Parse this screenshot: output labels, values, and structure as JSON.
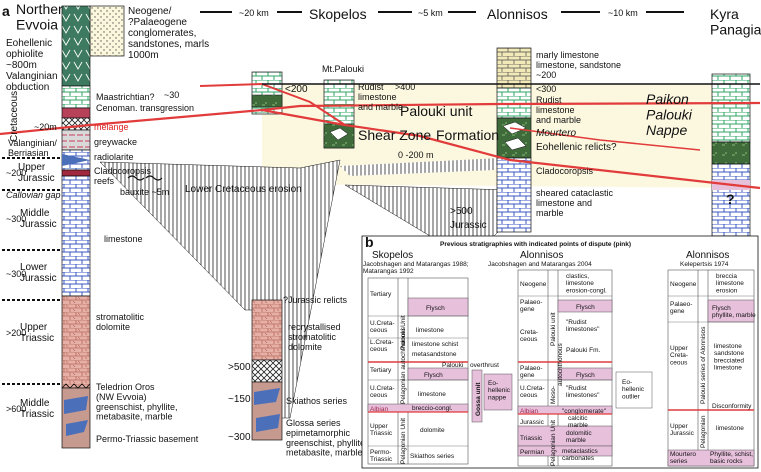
{
  "panel_a": {
    "label": "a",
    "columns": {
      "evvoia": "Northern\nEvvoia",
      "skopelos": "Skopelos",
      "alonnisos": "Alonnisos",
      "kyra": "Kyra\nPanagia"
    },
    "scales": [
      "~20 km",
      "~5 km",
      "~10 km"
    ],
    "cretaceous": "Cretaceous",
    "evvoia_left": {
      "ophiolite": "Eohellenic\nophiolite\n~800m\nValanginian\nobduction",
      "m20": "~20m",
      "valanginian": "Valanginian/\nBerriasian",
      "upper_jurassic": "Upper\nJurassic",
      "u200": "~200",
      "callovian": "Callovian gap",
      "middle_jurassic": "Middle\nJurassic",
      "m300a": "~300",
      "lower_jurassic": "Lower\nJurassic",
      "m300b": "~300",
      "upper_triassic": "Upper\nTriassic",
      "m200": ">200",
      "middle_triassic": "Middle\nTriassic",
      "m600": ">600"
    },
    "evvoia_right": {
      "neogene": "Neogene/\n?Palaeogene\nconglomerates,\nsandstones, marls\n1000m",
      "maastrichtian": "Maastrichtian?",
      "m30": "~30",
      "cenoman": "Cenoman. transgression",
      "melange": "mélange",
      "greywacke": "greywacke",
      "radiolarite": "radiolarite",
      "cladocoropsis": "Cladocoropsis\nreefs",
      "bauxite": "bauxite ~5m",
      "limestone": "limestone",
      "stromatolitic": "stromatolitic\ndolomite",
      "teledrion": "Teledrion Oros\n(NW Evvoia)\ngreenschist, phyllite,\nmetabasite, marble",
      "basement": "Permo-Triassic basement"
    },
    "skopelos": {
      "lt200": "<200",
      "erosion": "Lower Cretaceous erosion",
      "jurassic_relicts": "?Jurassic relicts",
      "recryst": "recrystallised\nstromatolitic\ndolomite",
      "gt500": ">500",
      "m150": "~150",
      "skiathos": "Skiathos series",
      "m300": "~300",
      "glossa": "Glossa series\nepimetamorphic\ngreenschist, phyllite,\nmetabasite, marble"
    },
    "palouki": {
      "mt": "Mt.Palouki",
      "rudist": "Rudist\nlimestone\nand marble",
      "gt400": ">400",
      "unit": "Palouki unit",
      "shear": "Shear Zone",
      "formation": "Formation",
      "thickness": "0 -200 m"
    },
    "alonnisos": {
      "marly": "marly limestone\nlimestone, sandstone\n~200",
      "lt300": "<300",
      "rudist": "Rudist\nlimestone\nand marble",
      "mourtero": "Mourtero",
      "eohellenic": "Eohellenic relicts?",
      "cladocoropsis": "Cladocoropsis",
      "sheared": "sheared cataclastic\nlimestone and\nmarble",
      "gt500": ">500",
      "jurassic": "Jurassic"
    },
    "kyra": {
      "nappe": "Paikon\nPalouki\nNappe",
      "question": "?"
    }
  },
  "panel_b": {
    "label": "b",
    "title": "Previous stratigraphies with indicated points of dispute (pink)",
    "skopelos_head": "Skopelos",
    "skopelos_src": "Jacobshagen and Matarangas 1988;\nMatarangas 1992",
    "alonnisos_head": "Alonnisos",
    "alonnisos_src": "Jacobshagen and Matarangas 2004",
    "alonnisos2_head": "Alonnisos",
    "alonnisos2_src": "Kelepertsis 1974",
    "col1": {
      "tertiary1": "Tertiary",
      "ucret": "U.Creta-\nceous",
      "lcret": "L.Creta-\nceous",
      "tertiary2": "Tertiary",
      "ucret2": "U.Creta-\nceous",
      "albian": "Albian",
      "utrias": "Upper\nTriassic",
      "permo": "Permo-\nTriassic",
      "palouki_unit": "Palouki Unit",
      "pelagonian_autochth": "Pelagonian autochthonous",
      "pelagonian_unit": "Pelagonian Unit",
      "flysch": "Flysch",
      "limestone": "limestone",
      "lime_schist": "limestone  schist",
      "metasand": "metasandstone",
      "palouki": "Palouki",
      "overthrust": "overthrust",
      "flysch2": "Flysch",
      "limestone2": "limestone",
      "breccio": "breccio-congl.",
      "dolomite": "dolomite",
      "skiathos": "Skiathos series"
    },
    "gossa": {
      "label": "Gossa unit",
      "box": "Eo-\nhellenic\nnappe"
    },
    "col2": {
      "neogene": "Neogene",
      "clastics": "clastics,\nlimestone\nerosion-congl.",
      "palaeogene": "Palaeo-\ngene",
      "flysch": "Flysch",
      "rudist": "\"Rudist\nlimestones\"",
      "cretaceous": "Creta-\nceous",
      "palouki_fm": "Palouki Fm.",
      "palaeogene2": "Palaeo-\ngene",
      "flysch2": "Flysch",
      "ucret": "U.Creta-\nceous",
      "rudist2": "\"Rudist\nlimestones\"",
      "albian": "Albian",
      "conglomerate": "\"conglomerate\"",
      "jurassic": "Jurassic",
      "calcitic": "calcitic\nmarble",
      "triassic": "Triassic",
      "dolomitic": "dolomitic\nmarble",
      "permian": "Permian",
      "metaclastics": "metaclastics\ncarbonates",
      "palouki_unit": "Palouki unit",
      "mesoautochth": "Meso-\nautochthonous",
      "pelagonian": "Pelagonian Unit"
    },
    "eo_outlier": "Eo-\nhellenic\noutlier",
    "col3": {
      "neogene": "Neogene",
      "breccia": "breccia\nlimestone\nerosion",
      "palaeogene": "Palaeo-\ngene",
      "flysch": "Flysch\nphyllite, marble",
      "ucret": "Upper\nCreta-\nceous",
      "series": "limestone\nsandstone\nbrecciated\nlimestone",
      "palouki_series": "Palouki series of Alonnisos",
      "disconformity": "Disconformity",
      "ujur": "Upper\nJurassic",
      "limestone": "limestone",
      "pelagonian": "Pelagonian",
      "mourtero": "Mourtero\nseries",
      "phyllite": "Phyllite, schist,\nbasic rocks"
    }
  }
}
